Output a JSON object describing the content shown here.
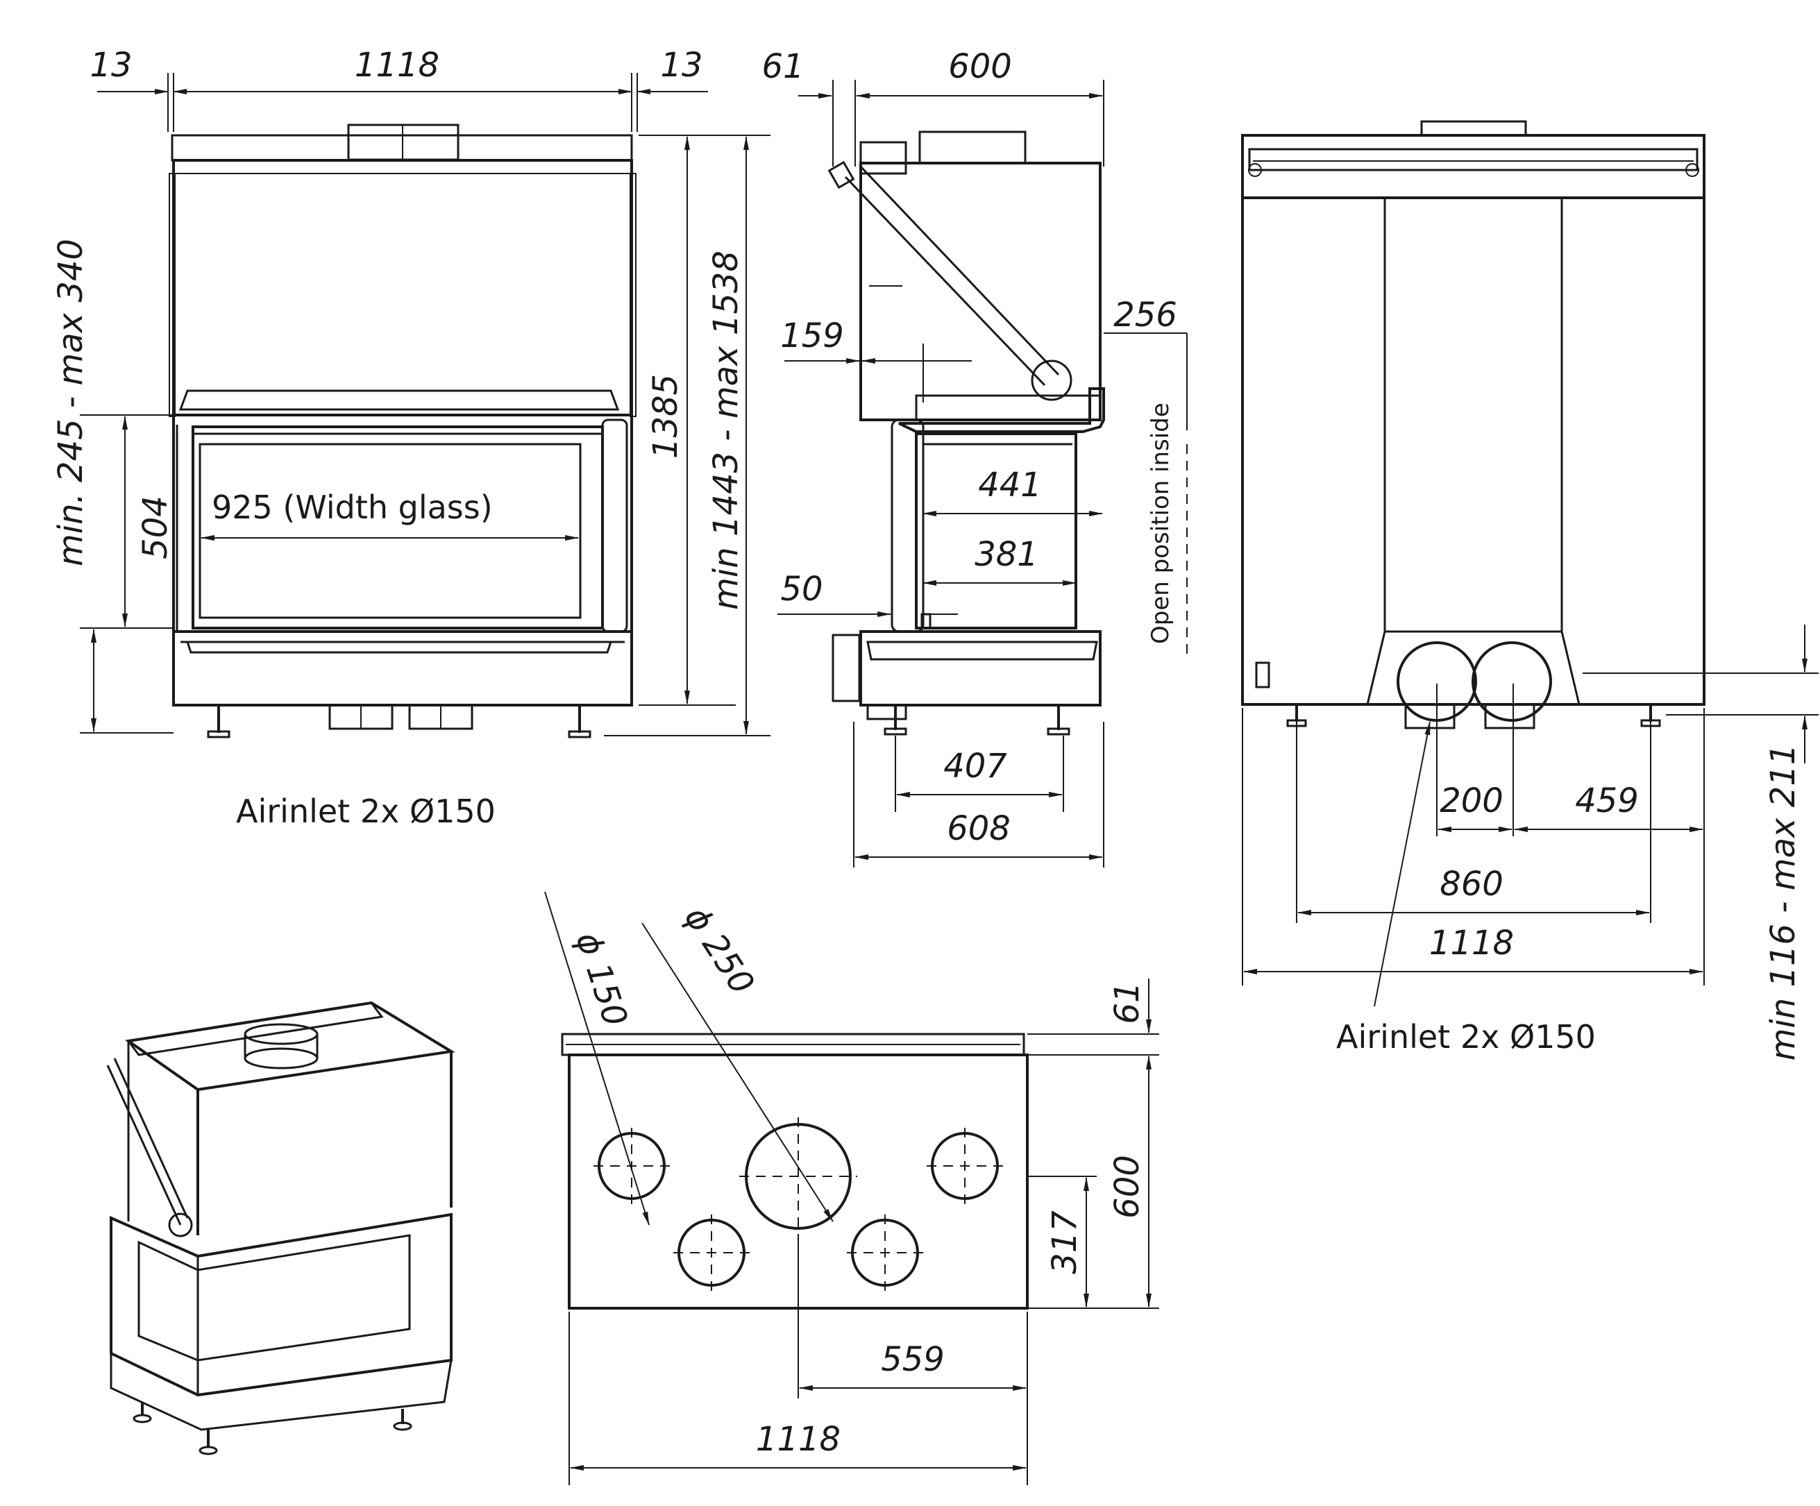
{
  "front_view": {
    "dim_top_left": "13",
    "dim_top_width": "1118",
    "dim_top_right": "13",
    "dim_left_chimney": "min. 245 - max 340",
    "dim_opening_height": "504",
    "dim_glass": "925 (Width glass)",
    "dim_height": "1385",
    "dim_total_height": "min 1443 - max 1538",
    "airinlet_label": "Airinlet 2x Ø150"
  },
  "side_view": {
    "dim_offset": "61",
    "dim_depth": "600",
    "dim_159": "159",
    "dim_256": "256",
    "dim_441": "441",
    "dim_381": "381",
    "dim_50": "50",
    "dim_407": "407",
    "dim_608": "608",
    "open_position_label": "Open position inside"
  },
  "rear_view": {
    "dim_200": "200",
    "dim_459": "459",
    "dim_860": "860",
    "dim_1118": "1118",
    "dim_right_height": "min 116 - max 211",
    "airinlet_label": "Airinlet 2x Ø150"
  },
  "top_view": {
    "dia_150": "ϕ 150",
    "dia_250": "ϕ 250",
    "dim_61": "61",
    "dim_600": "600",
    "dim_317": "317",
    "dim_559": "559",
    "dim_1118": "1118"
  }
}
